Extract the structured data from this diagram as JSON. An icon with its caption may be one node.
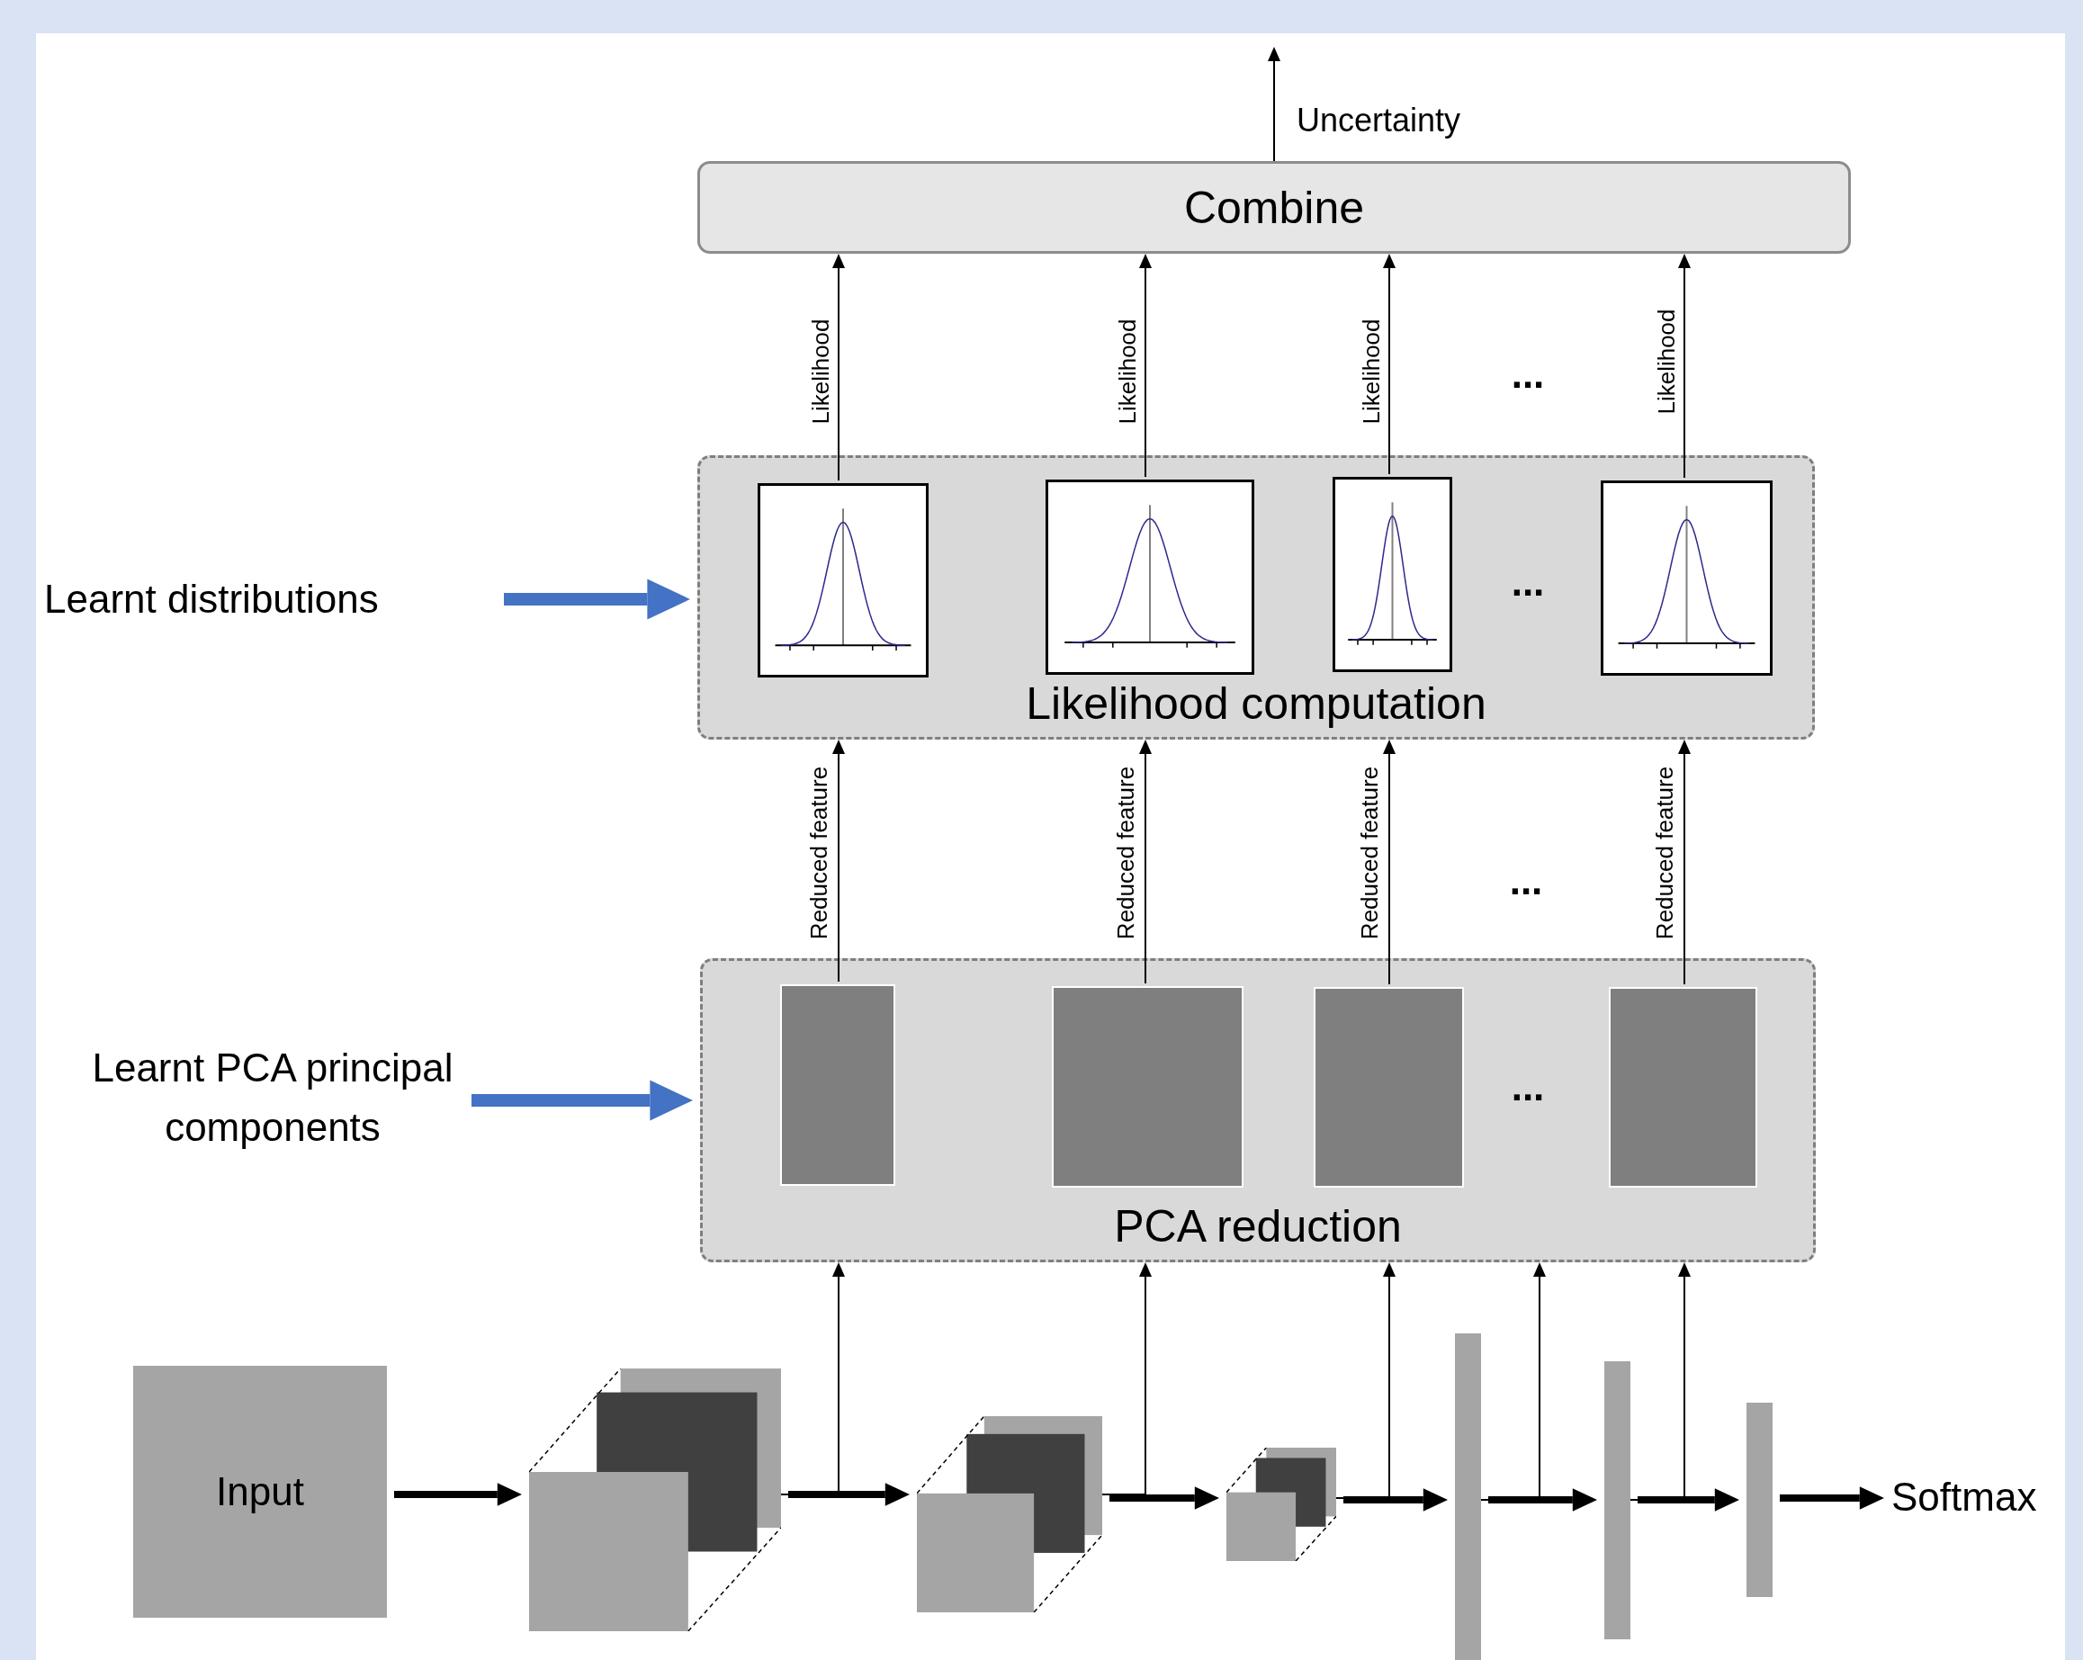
{
  "diagram": {
    "nodes": [
      {
        "text": [
          "Combine"
        ]
      },
      {
        "text": [
          "Likelihood computation"
        ]
      },
      {
        "text": [],
        "shape": "picture",
        "in": 1
      },
      {
        "text": [],
        "shape": "picture",
        "in": 1
      },
      {
        "text": [],
        "shape": "picture",
        "in": 1
      },
      {
        "text": [],
        "shape": "picture",
        "in": 1
      },
      {
        "text": [
          "PCA reduction"
        ]
      },
      {
        "text": [],
        "shape": "box",
        "in": 6
      },
      {
        "text": [],
        "shape": "box",
        "in": 6
      },
      {
        "text": [],
        "shape": "box",
        "in": 6
      },
      {
        "text": [],
        "shape": "box",
        "in": 6
      },
      {
        "text": [
          "Learnt distributions"
        ]
      },
      {
        "text": [
          "Learnt PCA principal components"
        ]
      },
      {
        "text": [
          "Input"
        ]
      },
      {
        "text": [],
        "shape": "picture"
      },
      {
        "text": [],
        "shape": "picture"
      },
      {
        "text": [],
        "shape": "picture"
      },
      {
        "text": [],
        "shape": "bar"
      },
      {
        "text": [],
        "shape": "bar"
      },
      {
        "text": [],
        "shape": "bar"
      },
      {
        "text": [
          "Softmax"
        ]
      }
    ],
    "edges": [
      {
        "from": 0,
        "to": null,
        "arrow": "to",
        "label": "Uncertainty"
      },
      {
        "from": 2,
        "to": 0,
        "arrow": "to",
        "label": "Likelihood"
      },
      {
        "from": 3,
        "to": 0,
        "arrow": "to",
        "label": "Likelihood"
      },
      {
        "from": 4,
        "to": 0,
        "arrow": "to",
        "label": "Likelihood"
      },
      {
        "from": 5,
        "to": 0,
        "arrow": "to",
        "label": "Likelihood"
      },
      {
        "from": 7,
        "to": 1,
        "arrow": "to",
        "label": "Reduced feature"
      },
      {
        "from": 8,
        "to": 1,
        "arrow": "to",
        "label": "Reduced feature"
      },
      {
        "from": 9,
        "to": 1,
        "arrow": "to",
        "label": "Reduced feature"
      },
      {
        "from": 10,
        "to": 1,
        "arrow": "to",
        "label": "Reduced feature"
      },
      {
        "from": 11,
        "to": 1,
        "arrow": "to",
        "style": "thick",
        "color": "#4472c4"
      },
      {
        "from": 12,
        "to": 6,
        "arrow": "to",
        "style": "thick",
        "color": "#4472c4"
      },
      {
        "from": 13,
        "to": 14,
        "arrow": "to",
        "style": "thick"
      },
      {
        "from": 14,
        "to": 15,
        "arrow": "to",
        "style": "thick"
      },
      {
        "from": 15,
        "to": 16,
        "arrow": "to",
        "style": "thick"
      },
      {
        "from": 16,
        "to": 17,
        "arrow": "to",
        "style": "thick"
      },
      {
        "from": 17,
        "to": 18,
        "arrow": "to",
        "style": "thick"
      },
      {
        "from": 18,
        "to": 19,
        "arrow": "to",
        "style": "thick"
      },
      {
        "from": 19,
        "to": 20,
        "arrow": "to",
        "style": "thick"
      },
      {
        "from": 14,
        "to": 6,
        "arrow": "to"
      },
      {
        "from": 15,
        "to": 6,
        "arrow": "to"
      },
      {
        "from": 16,
        "to": 6,
        "arrow": "to"
      },
      {
        "from": 17,
        "to": 6,
        "arrow": "to"
      },
      {
        "from": 18,
        "to": 6,
        "arrow": "to"
      }
    ],
    "labels": [
      "...",
      "...",
      "...",
      "..."
    ]
  }
}
